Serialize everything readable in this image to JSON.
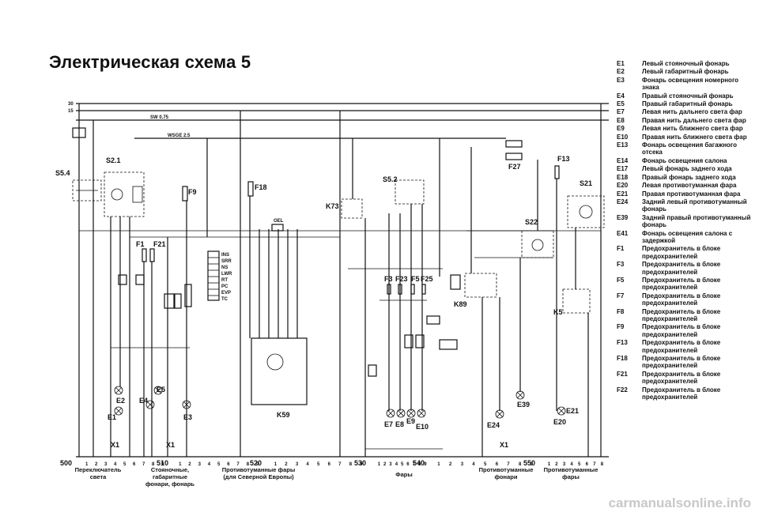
{
  "title": "Электрическая схема 5",
  "rails": {
    "r30": "30",
    "r15": "15"
  },
  "components": {
    "s54": "S5.4",
    "s21": "S2.1",
    "s52": "S5.2",
    "s521": "S21",
    "s22": "S22",
    "f1": "F1",
    "f21": "F21",
    "f9": "F9",
    "f18": "F18",
    "f27": "F27",
    "f13": "F13",
    "f3": "F3",
    "f23": "F23",
    "f5": "F5",
    "f25": "F25",
    "k73": "K73",
    "k59": "K59",
    "k89": "K89",
    "k5": "K5",
    "e1": "E1",
    "e2": "E2",
    "e3": "E3",
    "e5": "E5",
    "e4": "E4",
    "e7": "E7",
    "e8": "E8",
    "e9": "E9",
    "e10": "E10",
    "e24": "E24",
    "e39": "E39",
    "e20": "E20",
    "e21": "E21",
    "x1a": "X1",
    "x1b": "X1",
    "x1c": "X1"
  },
  "wire_labels": {
    "sw075": "SW 0.75",
    "wsge25": "WSGE 2.5",
    "oel": "OEL",
    "ins": "INS",
    "srr": "SRR",
    "ns": "NS",
    "lwr": "LWR",
    "rt": "RT",
    "ke": "PC",
    "evp": "EVP",
    "tc": "TC"
  },
  "bottom_scale": {
    "groups": [
      "500",
      "510",
      "520",
      "530",
      "540",
      "550"
    ]
  },
  "bottom_labels": [
    "Переключатель\nсвета",
    "Стояночные,\nгабаритные\nфонари, фонарь",
    "Противотуманные фары\n(для Северной Европы)",
    "Фары",
    "Противотуманные\nфонари",
    "Противотуманные\nфары"
  ],
  "legend": [
    {
      "code": "E1",
      "text": "Левый стояночный фонарь"
    },
    {
      "code": "E2",
      "text": "Левый габаритный фонарь"
    },
    {
      "code": "E3",
      "text": "Фонарь освещения номерного знака"
    },
    {
      "code": "E4",
      "text": "Правый стояночный фонарь"
    },
    {
      "code": "E5",
      "text": "Правый габаритный фонарь"
    },
    {
      "code": "E7",
      "text": "Левая нить дальнего света фар"
    },
    {
      "code": "E8",
      "text": "Правая нить дальнего света фар"
    },
    {
      "code": "E9",
      "text": "Левая нить ближнего света фар"
    },
    {
      "code": "E10",
      "text": "Правая нить ближнего света фар"
    },
    {
      "code": "E13",
      "text": "Фонарь освещения багажного отсека"
    },
    {
      "code": "E14",
      "text": "Фонарь освещения салона"
    },
    {
      "code": "E17",
      "text": "Левый фонарь заднего хода"
    },
    {
      "code": "E18",
      "text": "Правый фонарь заднего хода"
    },
    {
      "code": "E20",
      "text": "Левая противотуманная фара"
    },
    {
      "code": "E21",
      "text": "Правая противотуманная фара"
    },
    {
      "code": "E24",
      "text": "Задний левый противотуманный фонарь"
    },
    {
      "code": "E39",
      "text": "Задний правый противотуманный фонарь"
    },
    {
      "code": "E41",
      "text": "Фонарь освещения салона с задержкой"
    },
    {
      "code": "F1",
      "text": "Предохранитель в блоке предохранителей"
    },
    {
      "code": "F3",
      "text": "Предохранитель в блоке предохранителей"
    },
    {
      "code": "F5",
      "text": "Предохранитель в блоке предохранителей"
    },
    {
      "code": "F7",
      "text": "Предохранитель в блоке предохранителей"
    },
    {
      "code": "F8",
      "text": "Предохранитель в блоке предохранителей"
    },
    {
      "code": "F9",
      "text": "Предохранитель в блоке предохранителей"
    },
    {
      "code": "F13",
      "text": "Предохранитель в блоке предохранителей"
    },
    {
      "code": "F18",
      "text": "Предохранитель в блоке предохранителей"
    },
    {
      "code": "F21",
      "text": "Предохранитель в блоке предохранителей"
    },
    {
      "code": "F22",
      "text": "Предохранитель в блоке предохранителей"
    }
  ],
  "watermark": "carmanualsonline.info"
}
